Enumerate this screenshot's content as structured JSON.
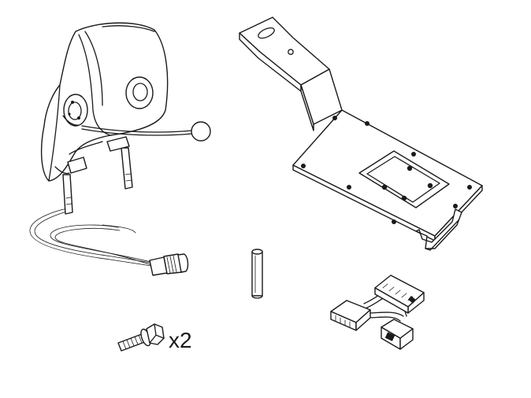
{
  "figure": {
    "background": "#ffffff",
    "line_color": "#1a1a1a",
    "parts": [
      {
        "id": "headrest-speaker-assembly",
        "icon": "headrest-with-microphone-and-cable"
      },
      {
        "id": "mounting-bracket",
        "icon": "bent-metal-plate-with-holes"
      },
      {
        "id": "pin",
        "icon": "cylindrical-pin"
      },
      {
        "id": "wiring-harness",
        "icon": "connector-adapter-harness"
      },
      {
        "id": "bolt",
        "icon": "flange-bolt"
      }
    ],
    "bolt_quantity_label": "x2"
  }
}
